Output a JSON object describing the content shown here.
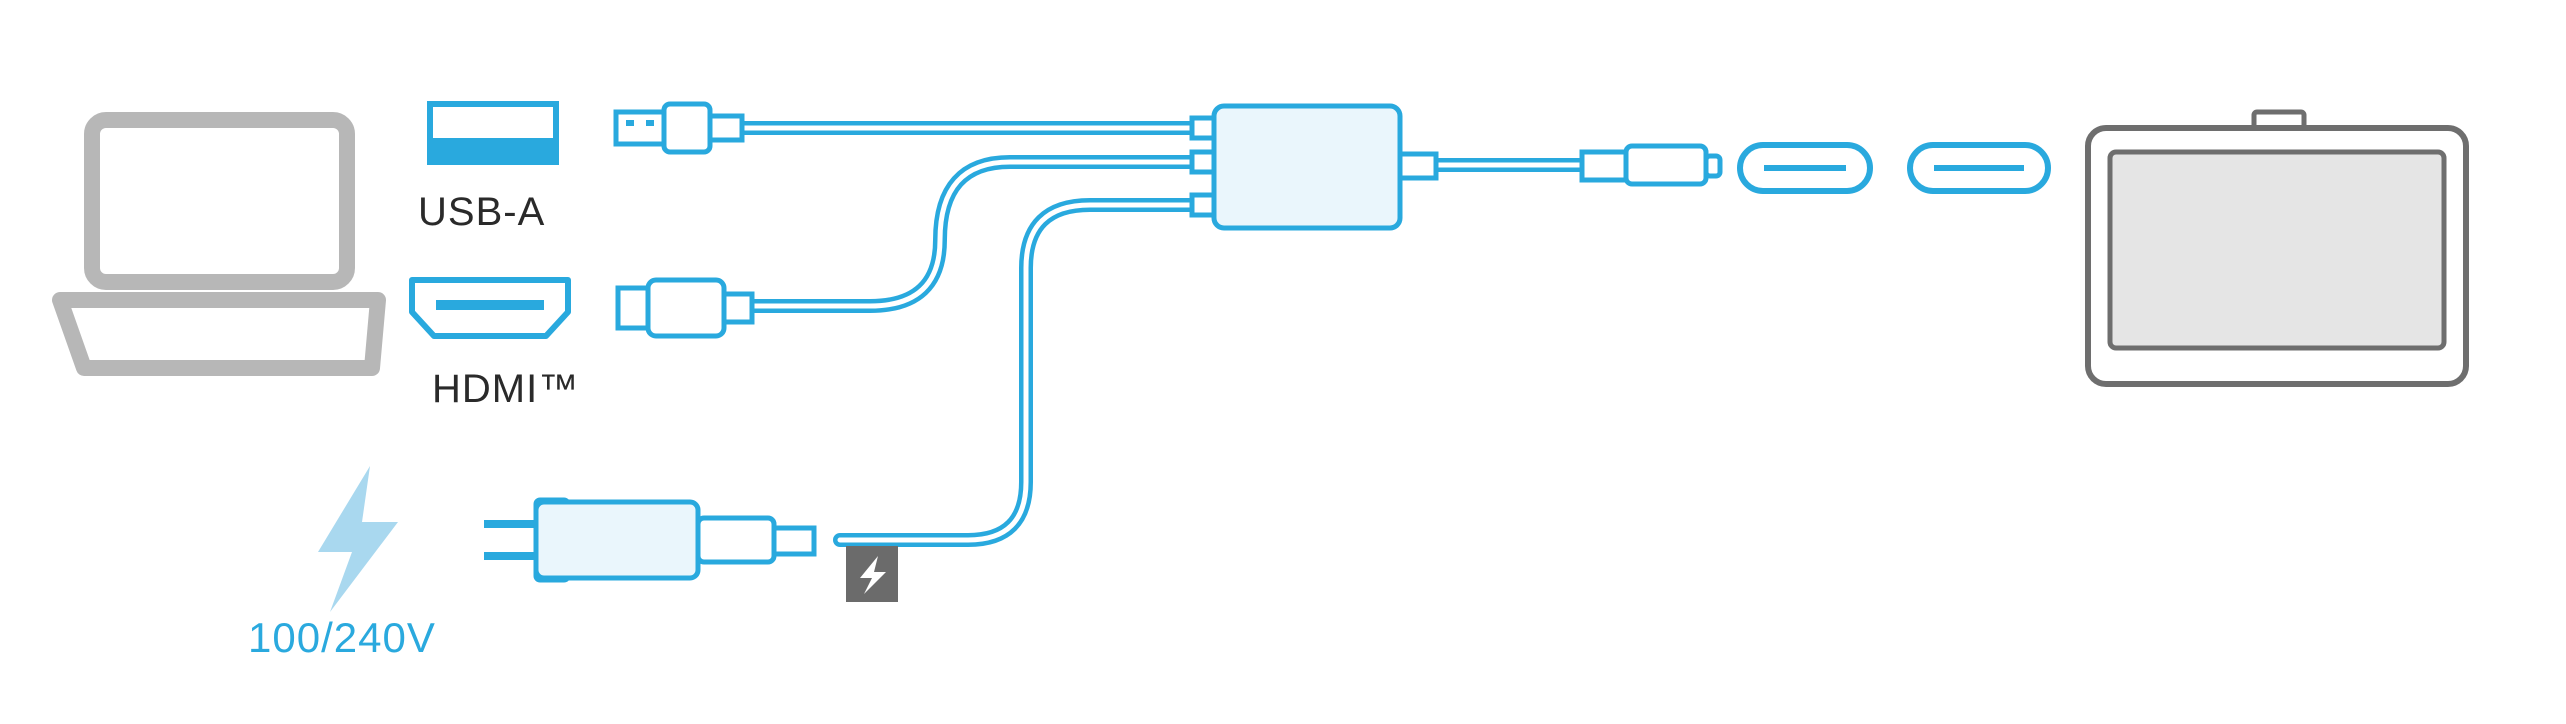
{
  "labels": {
    "usb_a": "USB-A",
    "hdmi": "HDMI™",
    "power": "100/240V"
  },
  "colors": {
    "cable_blue": "#29a9de",
    "device_gray": "#b7b7b7",
    "device_gray_dark": "#6e6e6e",
    "text_dark": "#2a2a2a",
    "bolt_badge": "#6b6b6b",
    "light_fill": "#eaf6fc"
  },
  "icons": [
    "laptop-icon",
    "usb-a-port-icon",
    "hdmi-port-icon",
    "lightning-bolt-icon",
    "power-adapter-icon",
    "pen-display-icon"
  ]
}
